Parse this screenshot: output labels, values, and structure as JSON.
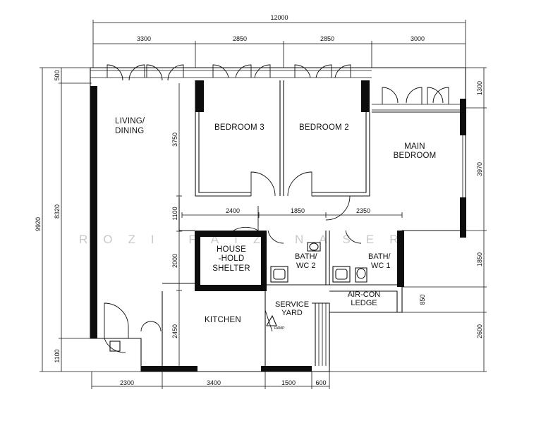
{
  "rooms": {
    "living": [
      "LIVING/",
      "DINING"
    ],
    "bedroom3": "BEDROOM 3",
    "bedroom2": "BEDROOM 2",
    "main_bedroom": [
      "MAIN",
      "BEDROOM"
    ],
    "household_shelter": [
      "HOUSE",
      "-HOLD",
      "SHELTER"
    ],
    "bath_wc2": [
      "BATH/",
      "WC 2"
    ],
    "bath_wc1": [
      "BATH/",
      "WC 1"
    ],
    "aircon_ledge": [
      "AIR-CON",
      "LEDGE"
    ],
    "kitchen": "KITCHEN",
    "service_yard": [
      "SERVICE",
      "YARD"
    ],
    "ramp_label": "RAMP"
  },
  "dimensions": {
    "overall_top": "12000",
    "top": [
      "3300",
      "2850",
      "2850",
      "3000"
    ],
    "bottom": [
      "2300",
      "3400",
      "1500",
      "600"
    ],
    "left_outer": "9920",
    "left_inner": [
      "500",
      "8320",
      "1100"
    ],
    "right": [
      "1300",
      "3970",
      "1850",
      "850",
      "2600"
    ],
    "interior_horizontal": [
      "2400",
      "1850",
      "2350"
    ],
    "interior_vertical": [
      "3750",
      "1100",
      "2000",
      "2450"
    ]
  },
  "watermark": "ROZI FAIZ NASER",
  "colors": {
    "wall": "#0d0d0d",
    "line": "#111111",
    "watermark": "#c9c9c9",
    "background": "#ffffff"
  }
}
